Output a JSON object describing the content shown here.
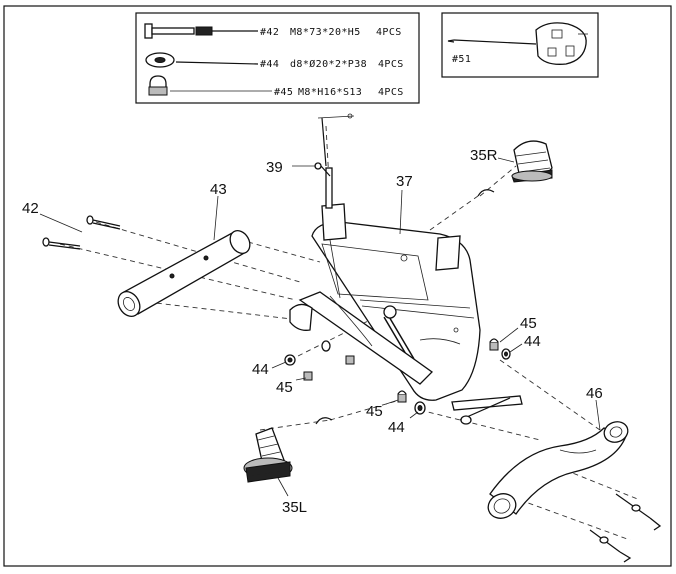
{
  "hardware_legend": [
    {
      "code": "#42",
      "spec": "M8*73*20*H5",
      "qty": "4PCS",
      "icon": "bolt-icon"
    },
    {
      "code": "#44",
      "spec": "d8*Ø20*2*P38",
      "qty": "4PCS",
      "icon": "washer-icon"
    },
    {
      "code": "#45",
      "spec": "M8*H16*S13",
      "qty": "4PCS",
      "icon": "cap-nut-icon"
    }
  ],
  "tool": {
    "code": "#51",
    "icon": "wrench-icon"
  },
  "part_labels": {
    "p42": "42",
    "p43": "43",
    "p39": "39",
    "p37": "37",
    "p35r": "35R",
    "p45_right": "45",
    "p44_right": "44",
    "p44_left": "44",
    "p45_left": "45",
    "p45_center": "45",
    "p44_center": "44",
    "p46": "46",
    "p35l": "35L"
  }
}
